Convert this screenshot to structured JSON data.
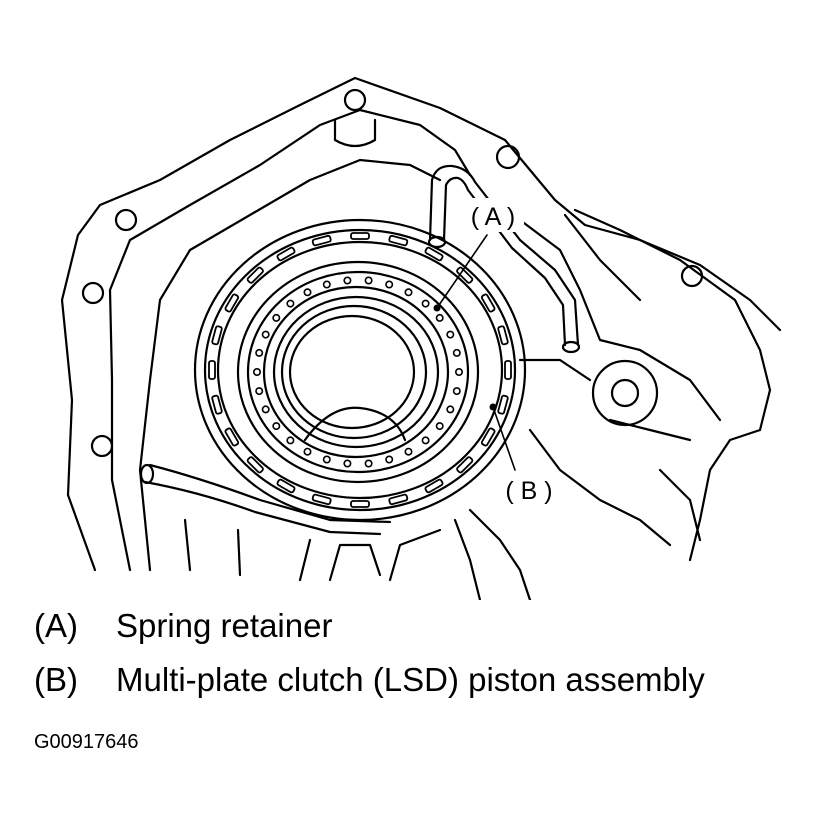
{
  "diagram": {
    "callouts": {
      "a": "( A )",
      "b": "( B )"
    },
    "line_color": "#000000"
  },
  "legend": [
    {
      "key": "(A)",
      "text": "Spring retainer"
    },
    {
      "key": "(B)",
      "text": "Multi-plate clutch (LSD) piston assembly"
    }
  ],
  "figure_id": "G00917646"
}
